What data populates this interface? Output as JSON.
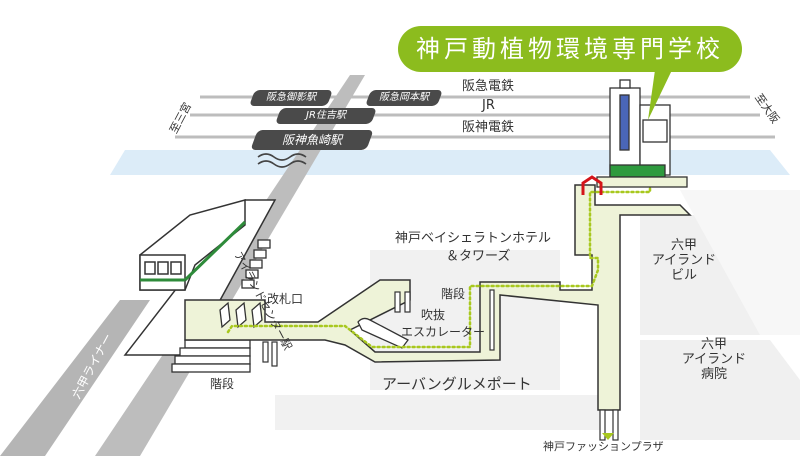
{
  "title": "神戸動植物環境専門学校",
  "colors": {
    "accent_green": "#8cbc1e",
    "path_fill": "#eef3d8",
    "dotted_route": "#a8c81e",
    "rail_gray": "#b9b9b9",
    "river_blue": "#dcecf8",
    "station_tag": "#4a4a4a",
    "train_stripe": "#2e8b3a",
    "entrance_red": "#d4141a",
    "building_blue": "#4a66b8"
  },
  "railways": {
    "lines": [
      {
        "name": "阪急電鉄"
      },
      {
        "name": "JR"
      },
      {
        "name": "阪神電鉄"
      }
    ],
    "direction_left": "至三宮",
    "direction_right": "至大阪",
    "stations": [
      {
        "name": "阪急御影駅"
      },
      {
        "name": "阪急岡本駅"
      },
      {
        "name": "JR住吉駅"
      },
      {
        "name": "阪神魚崎駅"
      }
    ]
  },
  "liner": {
    "name": "六甲ライナー",
    "station": "アイランドセンター駅"
  },
  "labels": {
    "ticket_gate": "改札口",
    "stairs_lower": "階段",
    "stairs_upper": "階段",
    "escalator_line1": "吹抜",
    "escalator_line2": "エスカレーター",
    "hotel_line1": "神戸ベイシェラトンホテル",
    "hotel_line2": "＆タワーズ",
    "urban_glue": "アーバングルメポート",
    "island_bldg_line1": "六甲",
    "island_bldg_line2": "アイランド",
    "island_bldg_line3": "ビル",
    "hospital_line1": "六甲",
    "hospital_line2": "アイランド",
    "hospital_line3": "病院",
    "fashion_plaza": "神戸ファッションプラザ"
  }
}
